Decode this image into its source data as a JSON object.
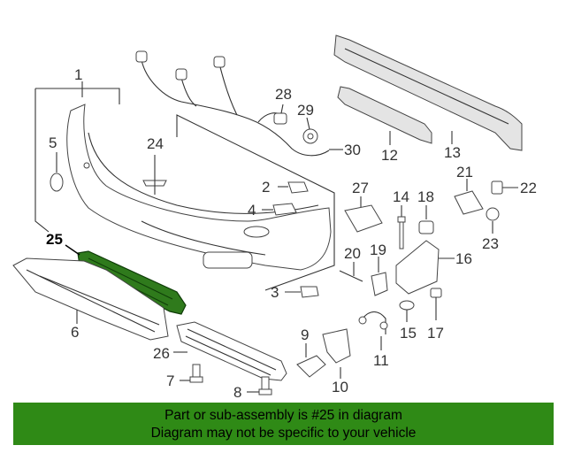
{
  "diagram": {
    "highlight_color": "#2f7a1c",
    "labels": {
      "l1": "1",
      "l2": "2",
      "l3": "3",
      "l4": "4",
      "l5": "5",
      "l6": "6",
      "l7": "7",
      "l8": "8",
      "l9": "9",
      "l10": "10",
      "l11": "11",
      "l12": "12",
      "l13": "13",
      "l14": "14",
      "l15": "15",
      "l16": "16",
      "l17": "17",
      "l18": "18",
      "l19": "19",
      "l20": "20",
      "l21": "21",
      "l22": "22",
      "l23": "23",
      "l24": "24",
      "l25": "25",
      "l26": "26",
      "l27": "27",
      "l28": "28",
      "l29": "29",
      "l30": "30"
    }
  },
  "footer": {
    "background": "#2f8a16",
    "line1": "Part or sub-assembly is #25 in diagram",
    "line2": "Diagram may not be specific to your vehicle"
  }
}
